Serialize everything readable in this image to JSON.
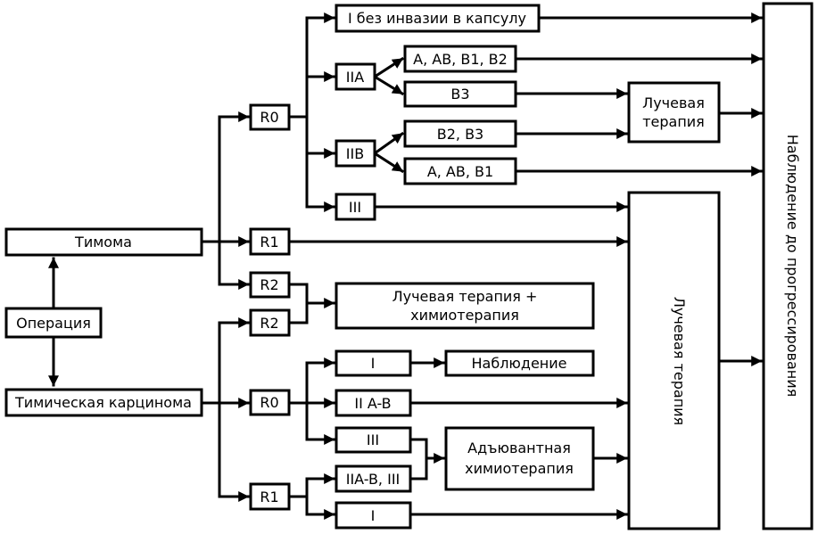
{
  "nodes": {
    "timoma": "Тимома",
    "operation": "Операция",
    "thymic_carcinoma": "Тимическая карцинома",
    "t_r0": "R0",
    "t_r1": "R1",
    "t_r2": "R2",
    "c_r2": "R2",
    "c_r0": "R0",
    "c_r1": "R1",
    "t_stage_i": "I без инвазии в капсулу",
    "t_stage_iia": "IIA",
    "t_stage_iib": "IIB",
    "t_stage_iii": "III",
    "iia_a_ab_b1_b2": "A, AB, B1, B2",
    "iia_b3": "B3",
    "iib_b2_b3": "B2, B3",
    "iib_a_ab_b1": "A, AB, B1",
    "radiotherapy_small": [
      "Лучевая",
      "терапия"
    ],
    "radio_chemo": [
      "Лучевая терапия +",
      "химиотерапия"
    ],
    "c_stage_i": "I",
    "c_stage_iiab": "II A-B",
    "c_stage_iii": "III",
    "c_r1_stage_iiab_iii": "IIA-B, III",
    "c_r1_stage_i": "I",
    "observation": "Наблюдение",
    "adjuvant_chemo": [
      "Адъювантная",
      "химиотерапия"
    ],
    "radiotherapy_big": "Лучевая терапия",
    "observation_progression": "Наблюдение до прогрессирования"
  }
}
